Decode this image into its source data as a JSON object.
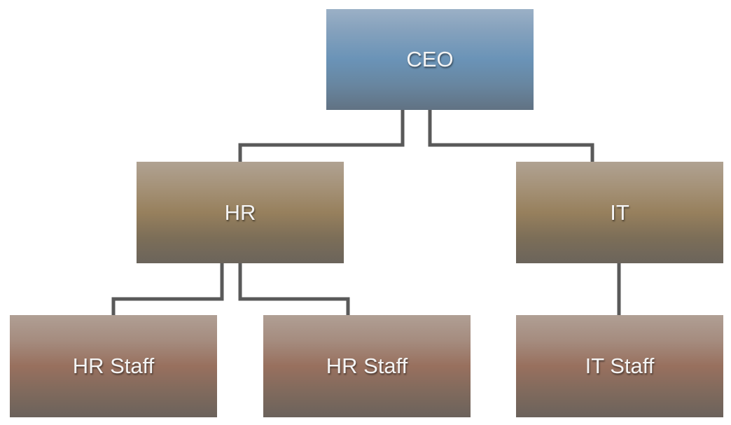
{
  "diagram": {
    "type": "org-chart",
    "nodes": {
      "ceo": "CEO",
      "hr": "HR",
      "it": "IT",
      "hr_staff_1": "HR Staff",
      "hr_staff_2": "HR Staff",
      "it_staff": "IT Staff"
    },
    "edges": [
      [
        "CEO",
        "HR"
      ],
      [
        "CEO",
        "IT"
      ],
      [
        "HR",
        "HR Staff"
      ],
      [
        "HR",
        "HR Staff"
      ],
      [
        "IT",
        "IT Staff"
      ]
    ],
    "colors": {
      "connector": "#595959",
      "level1": "#6a93b7",
      "level2": "#97805d",
      "level3": "#98705e"
    }
  }
}
